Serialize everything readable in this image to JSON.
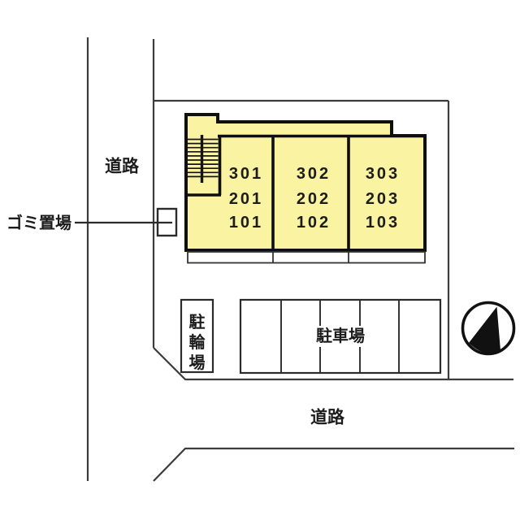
{
  "site_plan": {
    "title": "apartment-site-plan",
    "labels": {
      "road_left": "道路",
      "road_bottom": "道路",
      "garbage_area": "ゴミ置場"
    },
    "building": {
      "fill_color": "#FAF3A1",
      "units": [
        {
          "rooms": [
            "301",
            "201",
            "101"
          ]
        },
        {
          "rooms": [
            "302",
            "202",
            "102"
          ]
        },
        {
          "rooms": [
            "303",
            "203",
            "103"
          ]
        }
      ]
    },
    "facilities": {
      "bicycle_parking": {
        "label": "駐輪場",
        "chars": [
          "駐",
          "輪",
          "場"
        ]
      },
      "car_parking": {
        "label": "駐車場",
        "stall_count": 5
      }
    },
    "compass": {
      "icon": "north-arrow-icon"
    },
    "colors": {
      "building_fill": "#FAF3A1",
      "building_border": "#0f0f0f",
      "site_line": "#3c3c3c",
      "text": "#1c1c1c"
    }
  }
}
